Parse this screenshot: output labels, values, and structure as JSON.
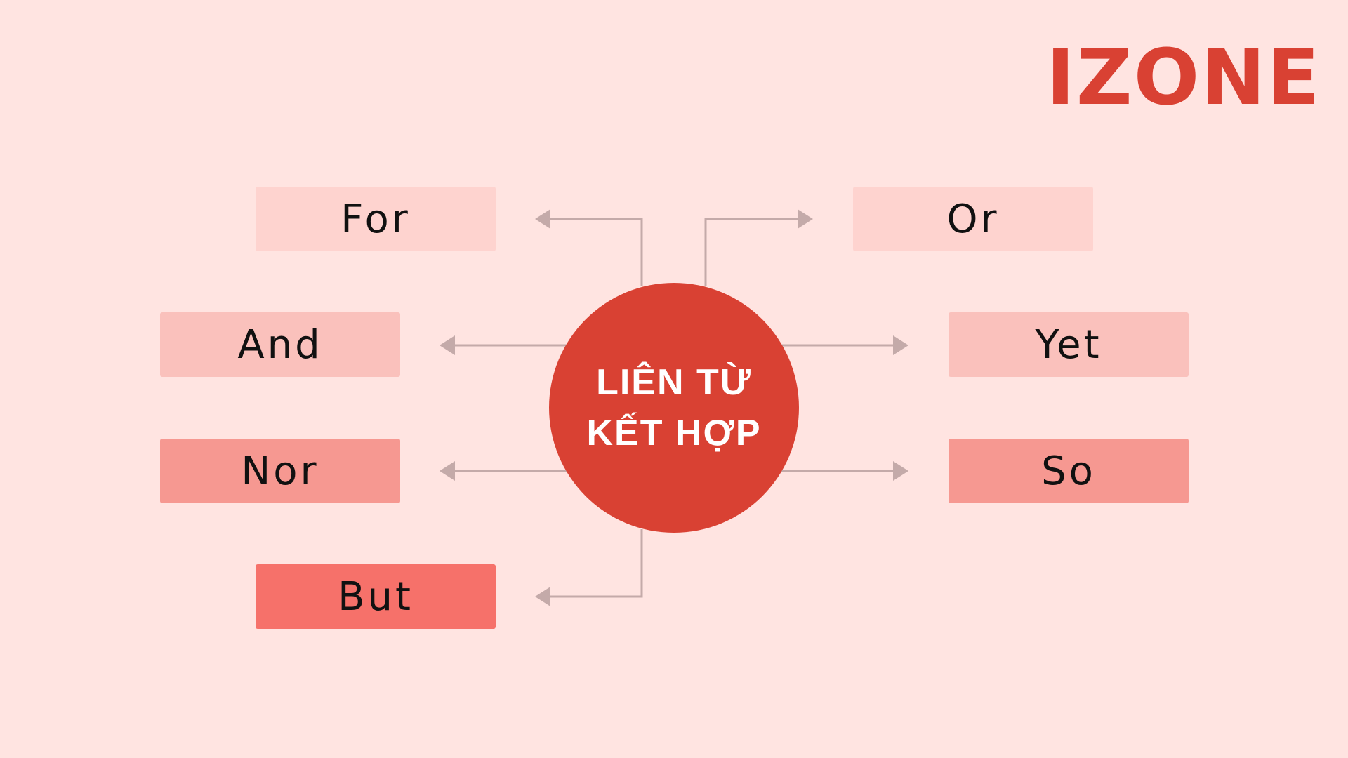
{
  "logo": {
    "text": "IZONE",
    "color": "#d94133"
  },
  "hub": {
    "line1": "LIÊN TỪ",
    "line2": "KẾT HỢP",
    "color": "#d94133",
    "text_color": "#ffffff"
  },
  "nodes": [
    {
      "label": "For",
      "color": "#fed3cf"
    },
    {
      "label": "And",
      "color": "#fac1bc"
    },
    {
      "label": "Nor",
      "color": "#f69891"
    },
    {
      "label": "But",
      "color": "#f6716a"
    },
    {
      "label": "Or",
      "color": "#fed3cf"
    },
    {
      "label": "Yet",
      "color": "#fac1bc"
    },
    {
      "label": "So",
      "color": "#f69891"
    }
  ],
  "colors": {
    "background": "#ffe4e1",
    "connector": "#c4aaa9"
  }
}
